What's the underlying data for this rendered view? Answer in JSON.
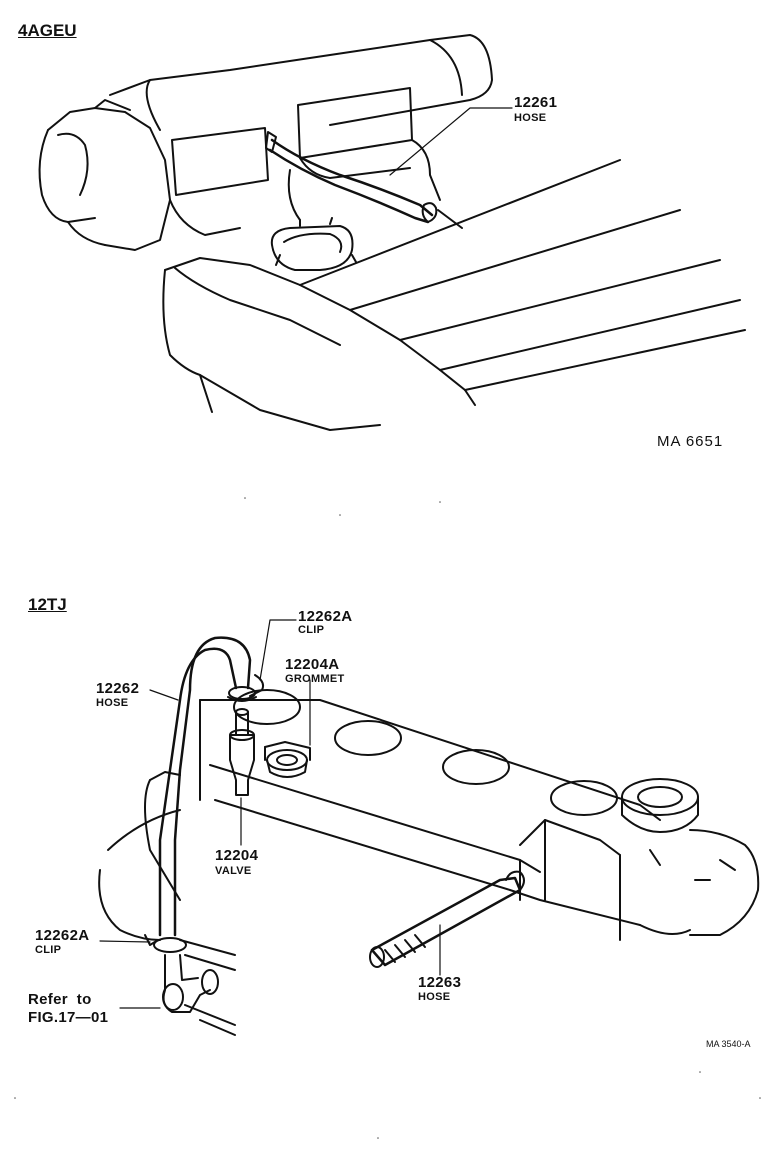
{
  "top": {
    "section_label": "4AGEU",
    "parts": [
      {
        "number": "12261",
        "name": "HOSE"
      }
    ],
    "drawing_code": "MA  6651"
  },
  "bottom": {
    "section_label": "12TJ",
    "parts": [
      {
        "number": "12262A",
        "name": "CLIP"
      },
      {
        "number": "12204A",
        "name": "GROMMET"
      },
      {
        "number": "12262",
        "name": "HOSE"
      },
      {
        "number": "12204",
        "name": "VALVE"
      },
      {
        "number": "12262A",
        "name": "CLIP"
      },
      {
        "number": "12263",
        "name": "HOSE"
      }
    ],
    "reference": {
      "line1": "Refer  to",
      "line2": "FIG.17—01"
    },
    "drawing_code": "MA 3540-A"
  }
}
